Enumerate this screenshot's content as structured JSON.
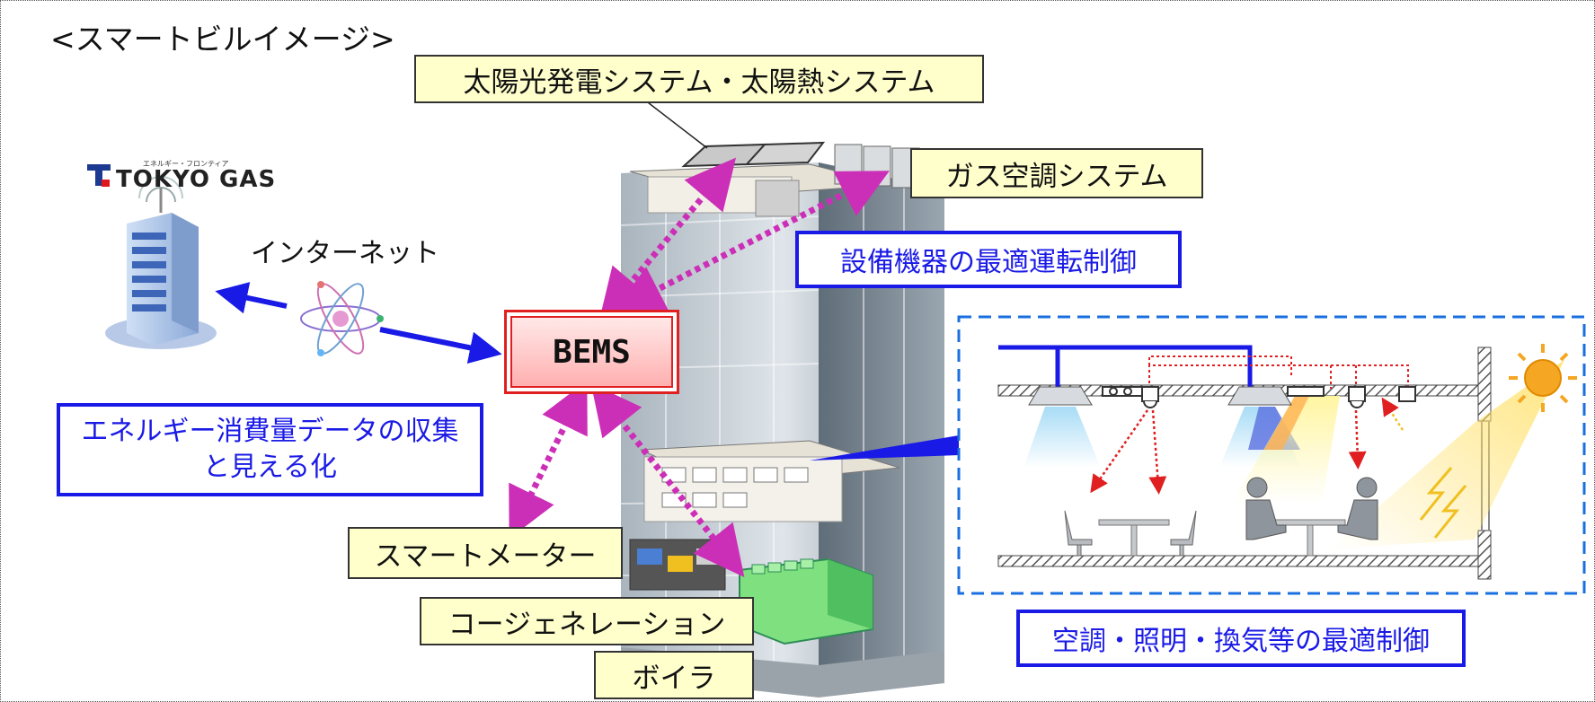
{
  "diagram": {
    "title": "<スマートビルイメージ>",
    "solar_label": "太陽光発電システム・太陽熱システム",
    "gas_hvac_label": "ガス空調システム",
    "optimal_equipment_label": "設備機器の最適運転制御",
    "internet_label": "インターネット",
    "bems_label": "BEMS",
    "energy_data_line1": "エネルギー消費量データの収集",
    "energy_data_line2": "と見える化",
    "smart_meter_label": "スマートメーター",
    "cogeneration_label": "コージェネレーション",
    "boiler_label": "ボイラ",
    "hvac_lighting_label": "空調・照明・換気等の最適制御",
    "logo_text": "TOKYO GAS",
    "logo_kana": "エネルギー・フロンティア"
  },
  "colors": {
    "link_magenta": "#cc2fb7",
    "link_blue": "#1a1ae6",
    "bems_red": "#e02020",
    "label_yellow": "#ffffcc",
    "logo_blue": "#1d3a93",
    "logo_red": "#e0181b",
    "sun_orange": "#f5a623"
  },
  "icons": [
    "tokyo-gas-logo-icon",
    "hq-tower-icon",
    "internet-atom-icon",
    "building-cutaway-icon",
    "solar-panel-icon",
    "sun-icon",
    "ceiling-ac-icon",
    "person-icon",
    "chair-icon",
    "table-icon",
    "generator-icon"
  ]
}
